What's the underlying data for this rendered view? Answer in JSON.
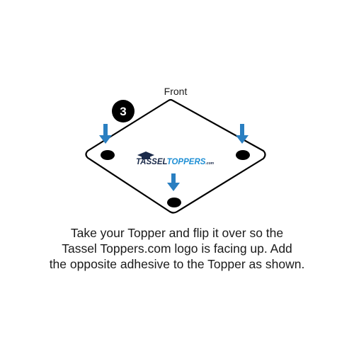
{
  "diagram": {
    "side_label": "Front",
    "step_number": "3",
    "logo": {
      "text_part1": "TASSEL",
      "text_part2": "TOPPERS",
      "text_suffix": ".com",
      "colors": {
        "dark": "#1a2a4a",
        "blue": "#1e8fd5"
      }
    },
    "arrow_color": "#2a7fc1",
    "adhesive_dot_color": "#000000"
  },
  "instruction": {
    "lines": [
      "Take your Topper and flip it over so the",
      "Tassel Toppers.com logo is facing up. Add",
      "the opposite adhesive to the Topper as shown."
    ]
  }
}
